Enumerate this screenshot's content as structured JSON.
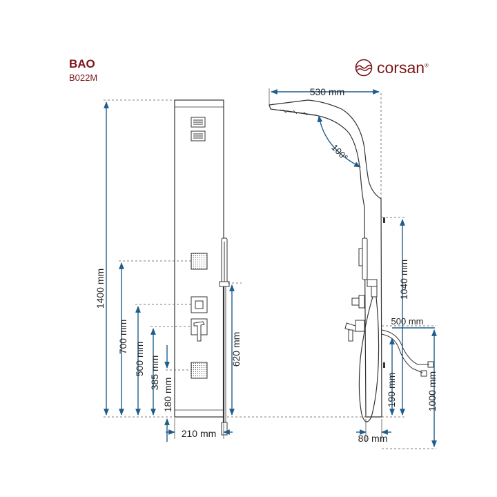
{
  "product": {
    "name": "BAO",
    "code": "B022M"
  },
  "brand": {
    "name": "corsan",
    "registered": "®"
  },
  "colors": {
    "dimension": "#1f5e8c",
    "outline": "#333333",
    "brand": "#7a1418"
  },
  "dimensions": {
    "front_total_height": "1400 mm",
    "front_700": "700 mm",
    "front_500": "500 mm",
    "front_385": "385 mm",
    "front_180": "180 mm",
    "front_620": "620 mm",
    "front_width": "210 mm",
    "side_arm_length": "530 mm",
    "side_angle": "100°",
    "side_1040": "1040 mm",
    "side_inlet_depth": "500 mm",
    "side_190": "190 mm",
    "side_1000": "1000 mm",
    "side_depth": "80 mm"
  }
}
